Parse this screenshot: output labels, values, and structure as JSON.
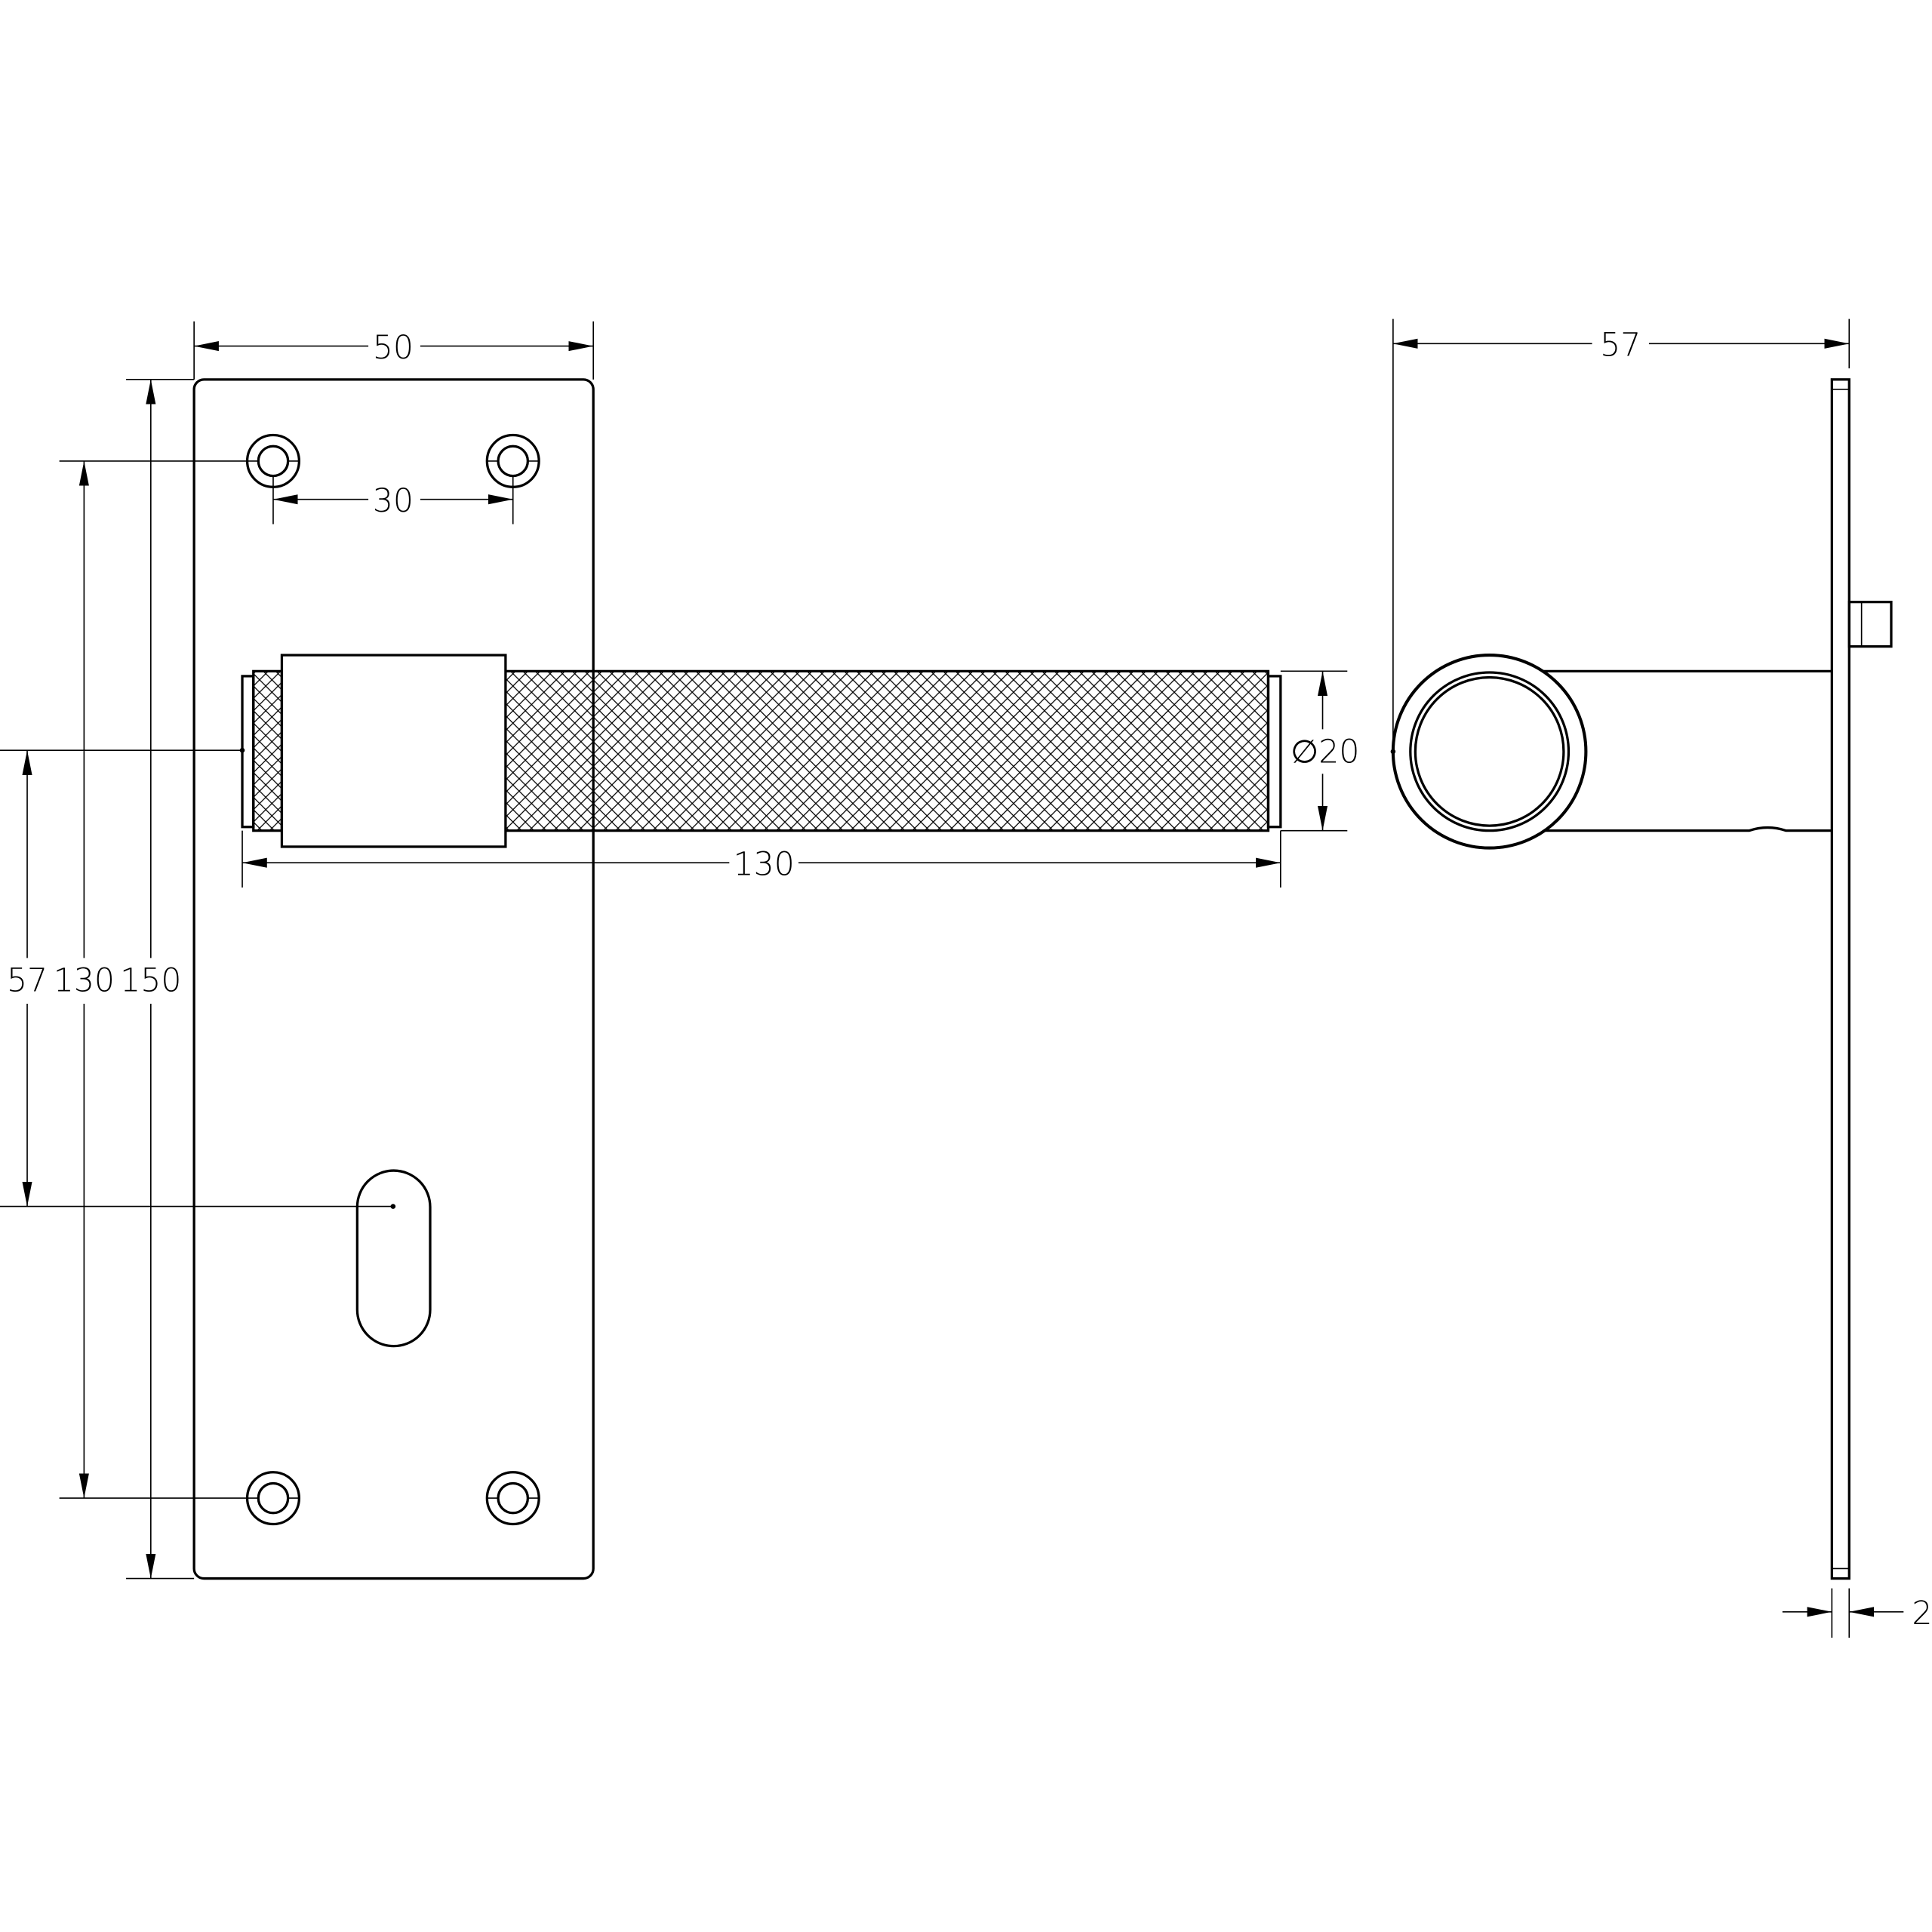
{
  "drawing": {
    "title": "Lever handle on backplate - technical drawing",
    "colors": {
      "line": "#000000",
      "background": "#ffffff"
    },
    "dimensions": {
      "plate_width": "50",
      "screw_spacing_horizontal": "30",
      "lever_length": "130",
      "grip_diameter": "∅20",
      "lever_to_keyhole": "57",
      "screw_spacing_vertical": "130",
      "plate_height": "150",
      "projection": "57",
      "plate_thickness": "2"
    }
  }
}
